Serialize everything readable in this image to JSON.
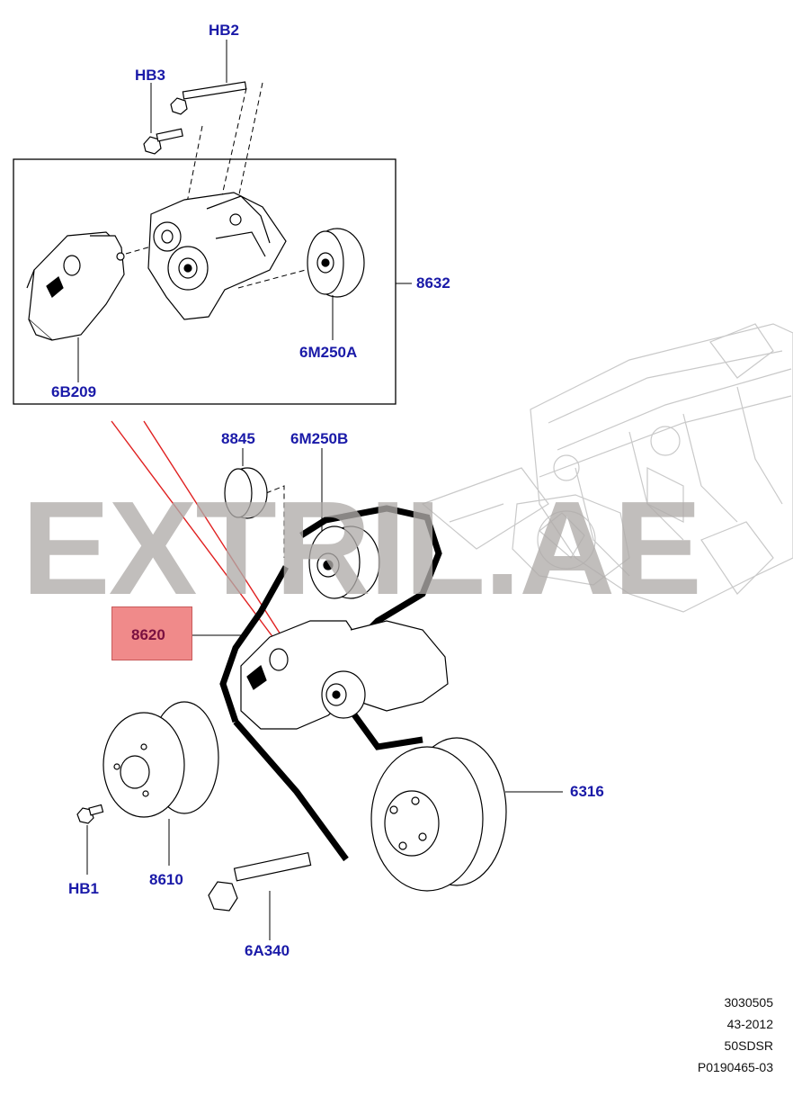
{
  "callouts": {
    "hb2": "HB2",
    "hb3": "HB3",
    "c8632": "8632",
    "c6m250a": "6M250A",
    "c6b209": "6B209",
    "c8845": "8845",
    "c6m250b": "6M250B",
    "c8620": "8620",
    "c6316": "6316",
    "hb1": "HB1",
    "c8610": "8610",
    "c6a340": "6A340"
  },
  "watermark": "EXTRIL.AE",
  "reference_codes": [
    "3030505",
    "43-2012",
    "50SDSR",
    "P0190465-03"
  ],
  "colors": {
    "callout_text": "#1a1aa8",
    "highlight_fill": "#f08a8a",
    "highlight_text": "#7a1040",
    "leader_red": "#e02020",
    "watermark": "#b0acaa"
  }
}
